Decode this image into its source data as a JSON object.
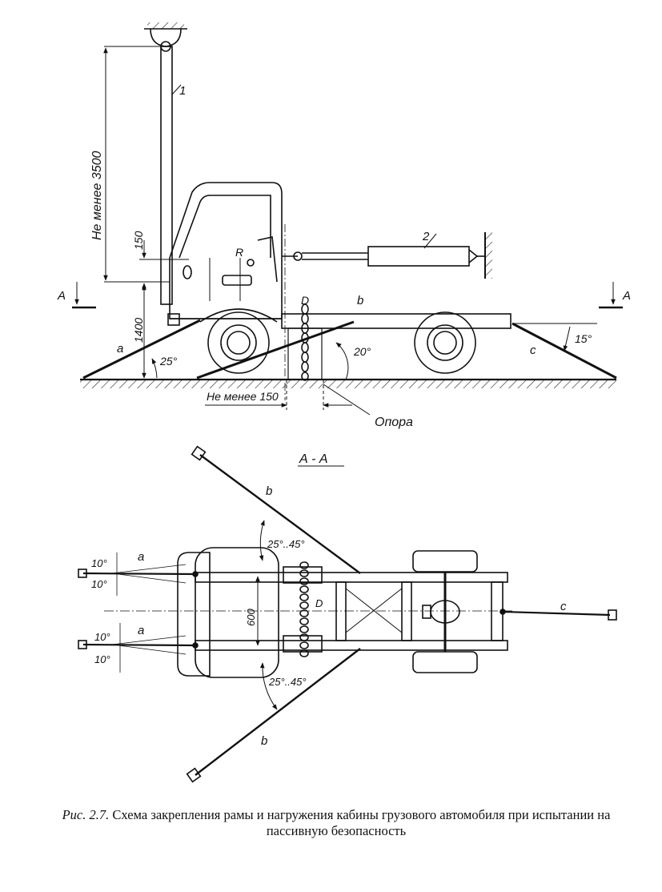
{
  "side_view": {
    "dim_height_min": "Не менее 3500",
    "dim_150": "150",
    "dim_1400": "1400",
    "dim_bottom_min": "Не менее 150",
    "label_1": "1",
    "label_2": "2",
    "label_R": "R",
    "label_D": "D",
    "label_a": "a",
    "label_b": "b",
    "label_c": "c",
    "angle_a": "25°",
    "angle_b": "20°",
    "angle_c": "15°",
    "section_left": "A",
    "section_right": "A",
    "support_label": "Опора"
  },
  "plan_view": {
    "title": "А - А",
    "label_b_top": "b",
    "label_b_bottom": "b",
    "label_a_top": "a",
    "label_a_bottom": "a",
    "label_c": "c",
    "label_D": "D",
    "dim_600": "600",
    "angle_top_range": "25°..45°",
    "angle_bottom_range": "25°..45°",
    "angle_10_1": "10°",
    "angle_10_2": "10°",
    "angle_10_3": "10°",
    "angle_10_4": "10°"
  },
  "caption": {
    "lead": "Рис. 2.7.",
    "text": "Схема закрепления рамы и нагружения кабины грузового автомобиля при испытании на пассивную безопасность"
  }
}
